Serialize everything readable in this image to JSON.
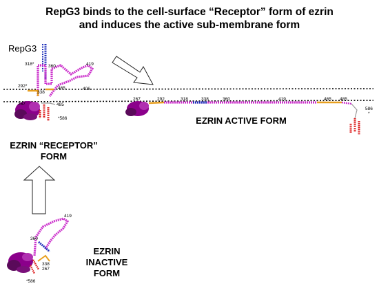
{
  "title": {
    "line1": "RepG3 binds to the cell-surface “Receptor” form of ezrin",
    "line2": "and induces the active sub-membrane form"
  },
  "labels": {
    "repg3": "RepG3",
    "receptor_form_line1": "EZRIN “RECEPTOR”",
    "receptor_form_line2": "FORM",
    "active_form": "EZRIN ACTIVE FORM",
    "inactive_line1": "EZRIN",
    "inactive_line2": "INACTIVE",
    "inactive_line3": "FORM"
  },
  "residues": {
    "receptor": {
      "r318": "318*",
      "r360": "360",
      "r419": "419",
      "r292": "292*",
      "r338": "338",
      "r465": "465",
      "r406": "406",
      "r267": "267",
      "r485": "485",
      "r586": "*586"
    },
    "active": {
      "r267": "267",
      "r292": "292",
      "r318": "318",
      "r338": "338",
      "r360": "360",
      "r419": "419",
      "r465": "465",
      "r485": "485",
      "r586": "586",
      "star": "*"
    },
    "inactive": {
      "r419": "419",
      "r360": "360",
      "r338": "338",
      "r267": "267",
      "r586": "*586"
    }
  },
  "colors": {
    "ferm_domain": "#8b008b",
    "alpha_helix": "#cc33cc",
    "repg3_helix": "#2233bb",
    "linker": "#e8a020",
    "c_terminal": "#dd2222",
    "membrane": "#000000"
  }
}
